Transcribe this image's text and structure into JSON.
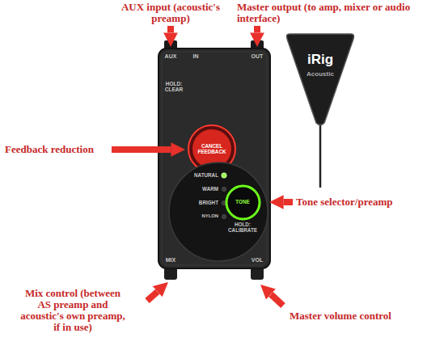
{
  "diagram": {
    "nodes": [
      {
        "text": [
          "AUX",
          "IN",
          "OUT",
          "HOLD: CLEAR",
          "MIX",
          "VOL"
        ]
      },
      {
        "text": [
          "CANCEL FEEDBACK"
        ],
        "in": 0
      },
      {
        "text": [
          "NATURAL",
          "WARM",
          "BRIGHT",
          "NYLON",
          "HOLD: CALIBRATE"
        ],
        "in": 0
      },
      {
        "text": [
          "TONE"
        ],
        "in": 2
      },
      {
        "text": [
          "iRig",
          "Acoustic"
        ]
      }
    ],
    "labels": [
      "AUX input (acoustic's preamp)",
      "Master output (to amp, mixer or audio interface)",
      "Feedback reduction",
      "Tone selector/preamp",
      "Mix control (between AS preamp and acoustic's own preamp, if in use)",
      "Master volume control"
    ]
  }
}
